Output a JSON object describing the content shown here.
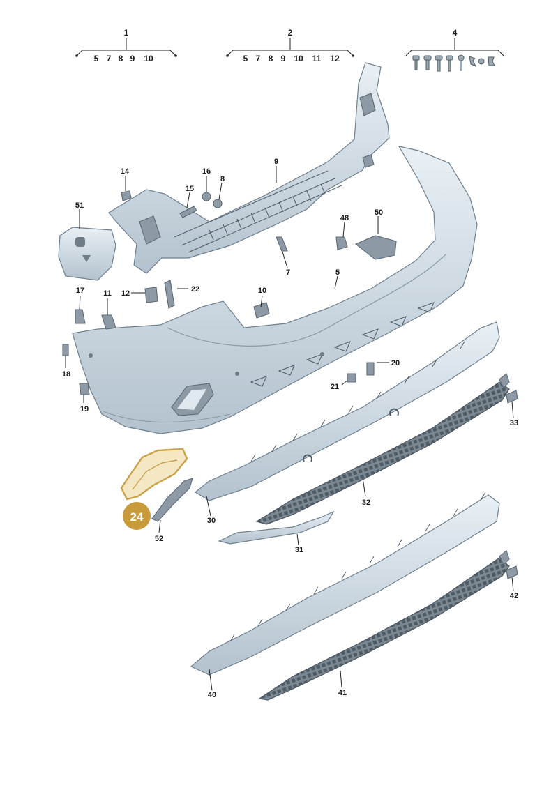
{
  "diagram": {
    "group_labels": [
      {
        "id": "1",
        "sub": [
          "5",
          "7",
          "8",
          "9",
          "10"
        ]
      },
      {
        "id": "2",
        "sub": [
          "5",
          "7",
          "8",
          "9",
          "10",
          "11",
          "12"
        ]
      },
      {
        "id": "4",
        "sub": []
      }
    ],
    "callouts": [
      "14",
      "16",
      "15",
      "8",
      "9",
      "51",
      "48",
      "50",
      "7",
      "5",
      "17",
      "11",
      "12",
      "22",
      "10",
      "18",
      "19",
      "20",
      "21",
      "33",
      "32",
      "30",
      "31",
      "52",
      "42",
      "40",
      "41"
    ],
    "highlighted_part": "24",
    "colors": {
      "part_light": "#dfe8ef",
      "part_mid": "#b9c7d2",
      "outline": "#6d7f8d",
      "highlight_fill": "#f4e7c4",
      "highlight_stroke": "#c9a24a",
      "badge": "#c99a3a"
    }
  }
}
